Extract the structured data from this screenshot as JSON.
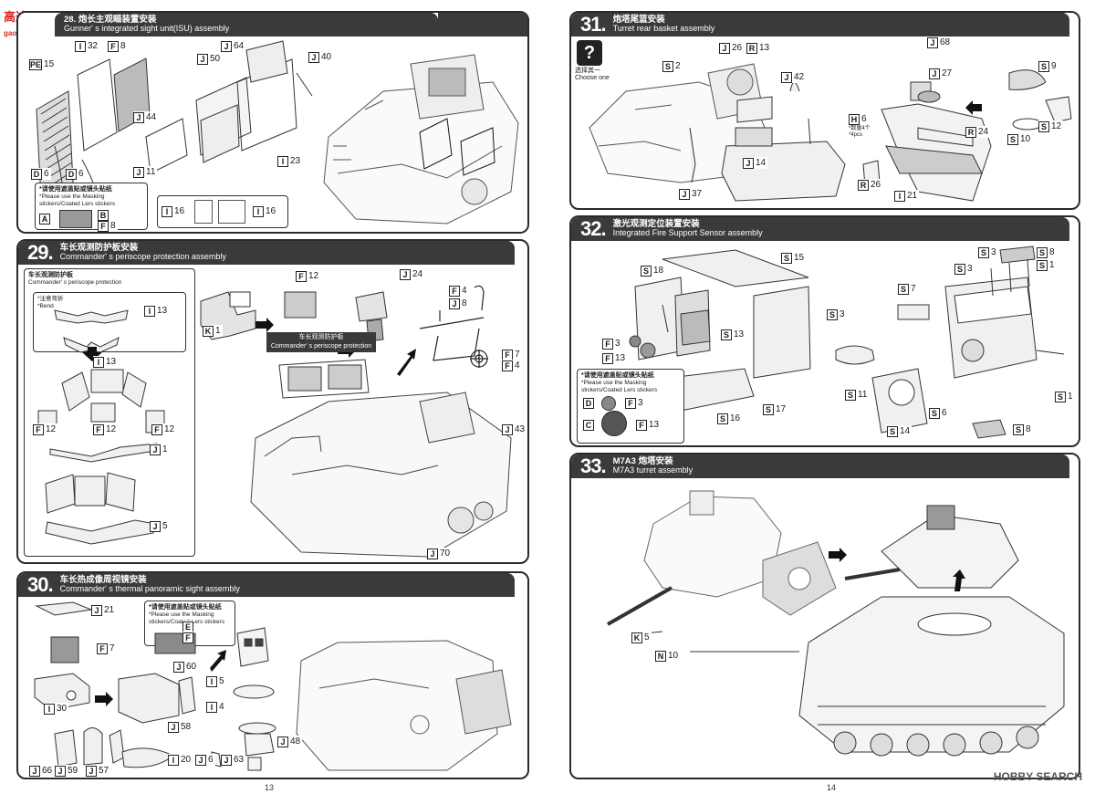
{
  "watermark": {
    "top_left": "高达网",
    "top_left_sub": "gaoda.com",
    "bottom_right": "HOBBY SEARCH"
  },
  "page_numbers": {
    "left": "13",
    "right": "14"
  },
  "step28": {
    "zh": "28. 炮长主观瞄装置安装",
    "en": "Gunner' s integrated sight unit(ISU) assembly",
    "tags": [
      "I 32",
      "F 8",
      "PE 15",
      "J 64",
      "J 40",
      "J 50",
      "J 44",
      "D 6",
      "D 6",
      "J 11",
      "I 23",
      "I 16",
      "I 16"
    ],
    "note_zh": "*请使用遮盖贴或镜头贴纸",
    "note_en": "*Please use the Masking stickers/Coated Lers stickers",
    "note_tags": [
      "A",
      "B",
      "F 8"
    ]
  },
  "step29": {
    "num": "29.",
    "zh": "车长观测防护板安装",
    "en": "Commander' s periscope protection assembly",
    "box_zh": "车长观测防护板",
    "box_en": "Commander' s periscope protection",
    "bend_zh": "*注意弯折",
    "bend_en": "*Bend",
    "tags": [
      "I 13",
      "I 13",
      "F 12",
      "F 12",
      "F 12",
      "J 1",
      "J 5",
      "F 12",
      "K 1",
      "J 24",
      "F 4",
      "J 8",
      "F 7",
      "F 4",
      "J 43",
      "J 70"
    ],
    "callout_zh": "车长观测防护板",
    "callout_en": "Commander' s periscope protection"
  },
  "step30": {
    "num": "30.",
    "zh": "车长热成像周视镜安装",
    "en": "Commander' s thermal panoramic sight assembly",
    "note_zh": "*请使用遮盖贴或镜头贴纸",
    "note_en": "*Please use the Masking stickers/Coated Lers stickers",
    "tags": [
      "J 21",
      "F 7",
      "I 30",
      "J 60",
      "I 5",
      "I 4",
      "J 58",
      "J 48",
      "I 20",
      "J 6",
      "J 63",
      "J 66",
      "J 59",
      "J 57",
      "E",
      "F"
    ]
  },
  "step31": {
    "num": "31.",
    "zh": "炮塔尾篮安装",
    "en": "Turret rear basket assembly",
    "choose_zh": "选择其一",
    "choose_en": "Choose one",
    "qty_zh": "*数量4个",
    "qty_en": "*4pcs",
    "tags": [
      "S 2",
      "J 26",
      "R 13",
      "J 42",
      "J 14",
      "J 37",
      "J 68",
      "J 27",
      "S 9",
      "H 6",
      "R 24",
      "S 10",
      "S 12",
      "R 26",
      "I 21"
    ]
  },
  "step32": {
    "num": "32.",
    "zh": "激光观测定位装置安装",
    "en": "Integrated Fire Support Sensor assembly",
    "note_zh": "*请使用遮盖贴或镜头贴纸",
    "note_en": "*Please use the Masking stickers/Coated Lers stickers",
    "tags": [
      "S 18",
      "S 15",
      "S 3",
      "S 8",
      "S 3",
      "S 1",
      "S 7",
      "S 13",
      "F 3",
      "F 13",
      "S 3",
      "S 11",
      "S 14",
      "S 6",
      "S 16",
      "S 17",
      "S 1",
      "S 8",
      "D",
      "F 3",
      "C",
      "F 13"
    ]
  },
  "step33": {
    "num": "33.",
    "zh": "M7A3 炮塔安装",
    "en": "M7A3 turret assembly",
    "tags": [
      "K 5",
      "N 10"
    ]
  }
}
